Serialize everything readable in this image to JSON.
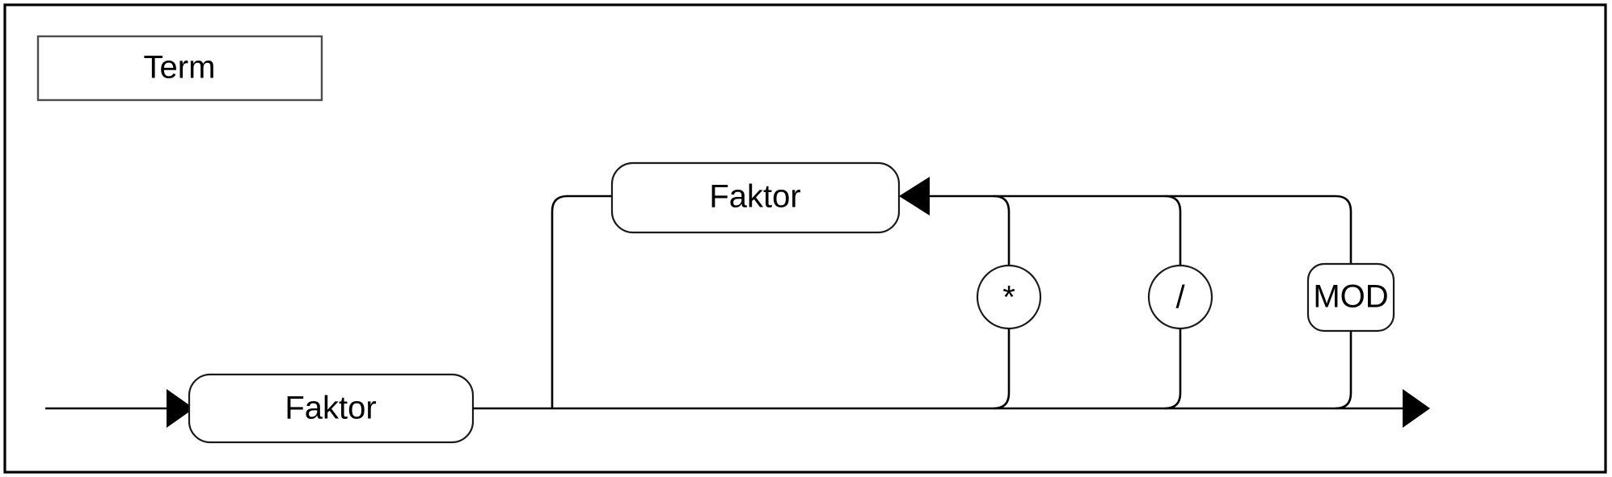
{
  "diagram": {
    "kind": "railroad-syntax-diagram",
    "title": "Term",
    "frame": {
      "color": "#000000"
    },
    "nodes": [
      {
        "id": "faktor-top",
        "label": "Faktor",
        "shape": "rounded-rect",
        "role": "nonterminal"
      },
      {
        "id": "faktor-main",
        "label": "Faktor",
        "shape": "rounded-rect",
        "role": "nonterminal"
      },
      {
        "id": "op-mul",
        "label": "*",
        "shape": "circle",
        "role": "terminal"
      },
      {
        "id": "op-div",
        "label": "/",
        "shape": "circle",
        "role": "terminal"
      },
      {
        "id": "op-mod",
        "label": "MOD",
        "shape": "rounded-rect",
        "role": "terminal"
      }
    ],
    "operators": [
      "*",
      "/",
      "MOD"
    ],
    "entry_arrow": "arrow-right",
    "exit_arrow": "arrow-right",
    "loop_arrow": "arrow-left",
    "colors": {
      "line": "#000000",
      "box_stroke": "#1a1a1a",
      "title_stroke": "#4d4d4d",
      "background": "#ffffff",
      "text": "#000000"
    }
  }
}
